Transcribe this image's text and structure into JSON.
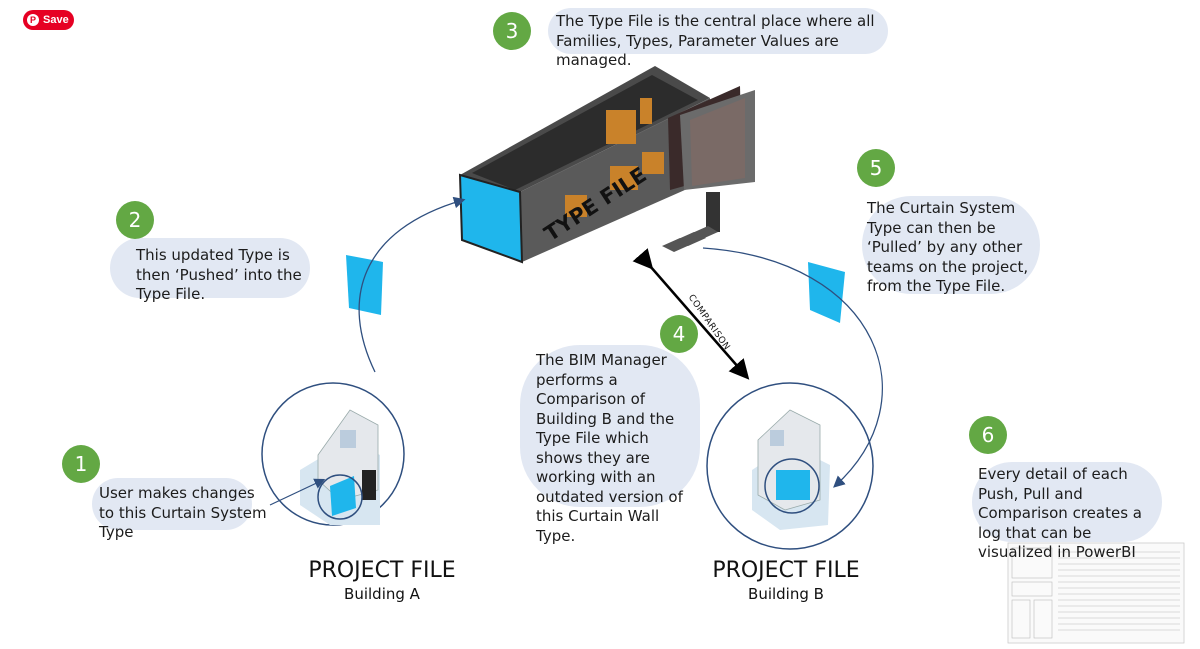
{
  "save_button": {
    "label": "Save",
    "icon": "pinterest-icon"
  },
  "steps": [
    {
      "number": "1",
      "text": "User makes changes to this Curtain System Type"
    },
    {
      "number": "2",
      "text": "This updated Type is then ‘Pushed’ into the Type File."
    },
    {
      "number": "3",
      "text": "The Type File is the central place where all Families, Types, Parameter Values are managed."
    },
    {
      "number": "4",
      "text": "The BIM Manager performs a Comparison of Building B and the Type File which shows they are working with an outdated version of this Curtain Wall Type."
    },
    {
      "number": "5",
      "text": "The Curtain System Type can then be ‘Pulled’ by any other teams on the project, from the Type File."
    },
    {
      "number": "6",
      "text": "Every detail of each Push, Pull and Comparison creates a log that can be visualized in PowerBI"
    }
  ],
  "type_file_label": "TYPE FILE",
  "comparison_label": "COMPARISON",
  "project_a": {
    "title": "PROJECT FILE",
    "subtitle": "Building A"
  },
  "project_b": {
    "title": "PROJECT FILE",
    "subtitle": "Building B"
  },
  "colors": {
    "step_green": "#63a844",
    "curtain_blue": "#1fb6ec",
    "arrow_navy": "#2f4f7f",
    "highlight": "#dde4f1"
  }
}
